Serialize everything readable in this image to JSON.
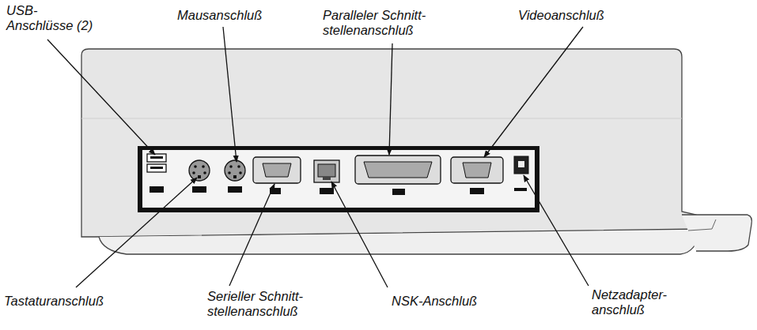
{
  "diagram": {
    "labels": [
      "USB- Anschlüsse (2)",
      "Mausanschluß",
      "Paralleler Schnitt- stellenanschluß",
      "Videoanschluß",
      "Tastaturanschluß",
      "Serieller Schnitt- stellenanschluß",
      "NSK-Anschluß",
      "Netzadapter- anschluß"
    ]
  }
}
